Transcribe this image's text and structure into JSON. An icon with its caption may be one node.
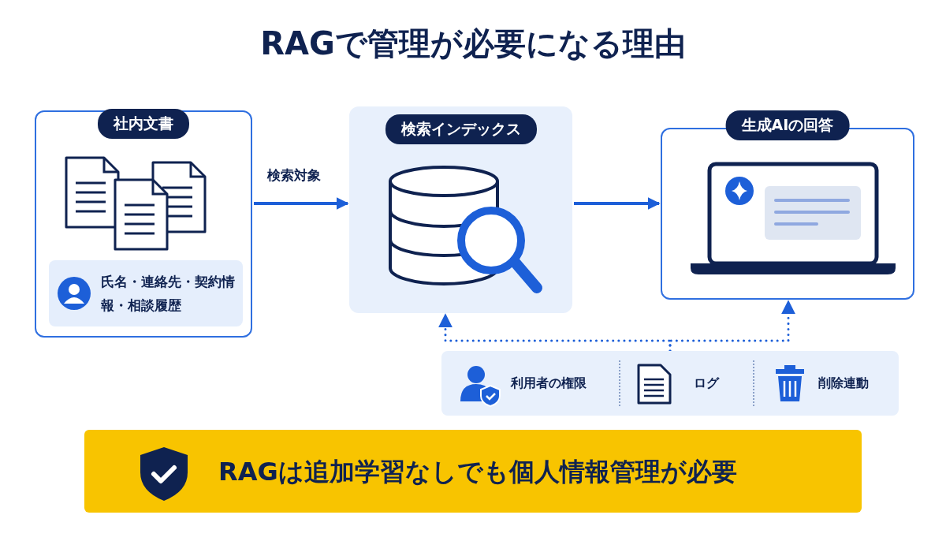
{
  "diagram": {
    "title": "RAGで管理が必要になる理由",
    "nodes": [
      {
        "text": [
          "社内文書"
        ]
      },
      {
        "text": [
          "氏名・連絡先・契約情報・相談履歴"
        ],
        "in": 0
      },
      {
        "text": [
          "検索インデックス"
        ]
      },
      {
        "text": [
          "生成AIの回答"
        ]
      },
      {
        "text": [],
        "shape": "box"
      },
      {
        "text": [
          "利用者の権限"
        ],
        "in": 4
      },
      {
        "text": [
          "ログ"
        ],
        "in": 4
      },
      {
        "text": [
          "削除連動"
        ],
        "in": 4
      },
      {
        "text": [
          "RAGは追加学習なしでも個人情報管理が必要"
        ]
      }
    ],
    "edges": [
      {
        "from": 0,
        "to": 2,
        "arrow": "to",
        "label": "検索対象"
      },
      {
        "from": 2,
        "to": 3,
        "arrow": "to"
      },
      {
        "from": 4,
        "to": 2,
        "arrow": "to",
        "style": "dashed"
      },
      {
        "from": 4,
        "to": 3,
        "arrow": "to",
        "style": "dashed"
      }
    ]
  }
}
